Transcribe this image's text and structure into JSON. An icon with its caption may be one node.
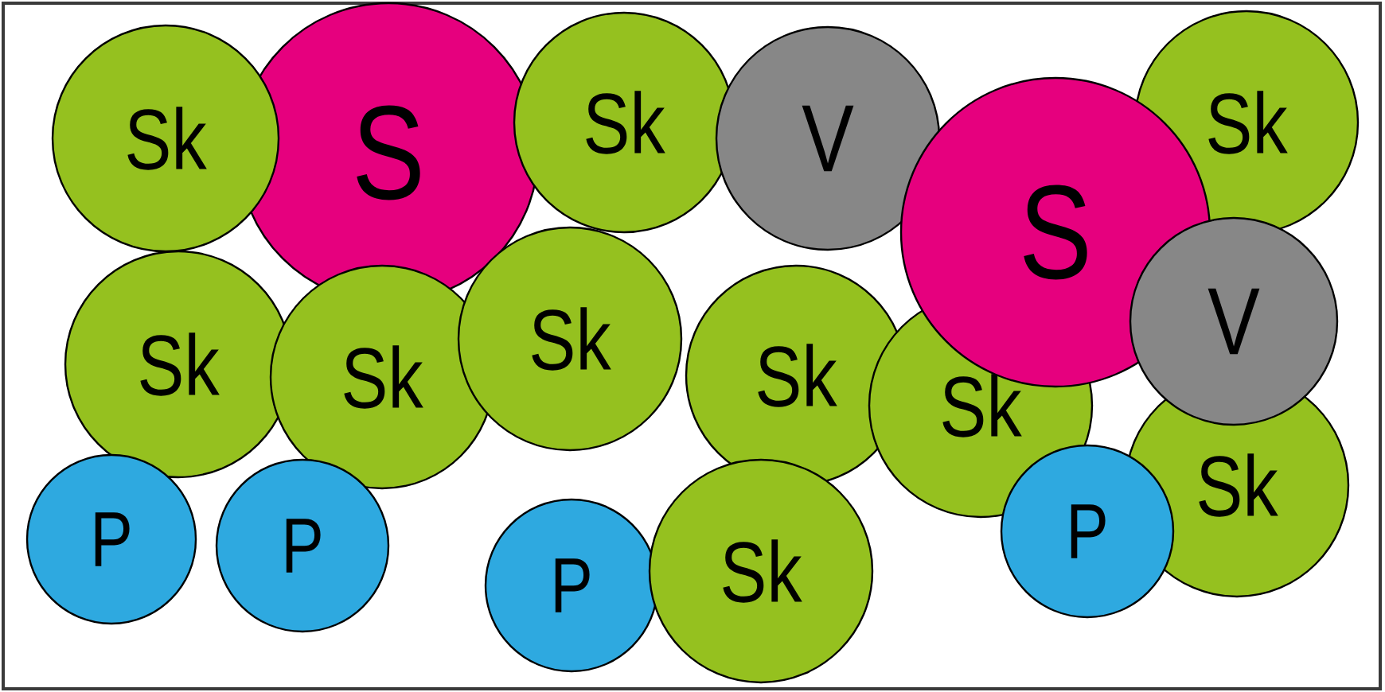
{
  "diagram": {
    "nodes": [
      {
        "text": [
          "Sk"
        ]
      },
      {
        "text": [
          "S"
        ]
      },
      {
        "text": [
          "Sk"
        ]
      },
      {
        "text": [
          "V"
        ]
      },
      {
        "text": [
          "S"
        ]
      },
      {
        "text": [
          "Sk"
        ]
      },
      {
        "text": [
          "Sk"
        ]
      },
      {
        "text": [
          "Sk"
        ]
      },
      {
        "text": [
          "Sk"
        ]
      },
      {
        "text": [
          "Sk"
        ]
      },
      {
        "text": [
          "Sk"
        ]
      },
      {
        "text": [
          "V"
        ]
      },
      {
        "text": [
          "Sk"
        ]
      },
      {
        "text": [
          "P"
        ]
      },
      {
        "text": [
          "P"
        ]
      },
      {
        "text": [
          "P"
        ]
      },
      {
        "text": [
          "Sk"
        ]
      },
      {
        "text": [
          "P"
        ]
      }
    ],
    "edges": []
  }
}
